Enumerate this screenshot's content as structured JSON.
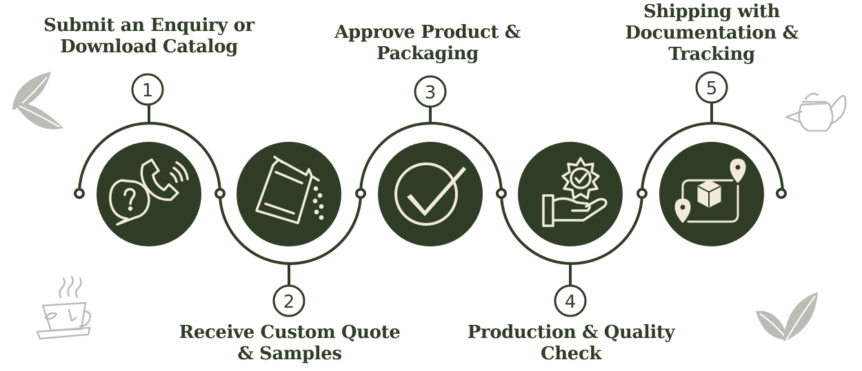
{
  "colors": {
    "primary": "#2f3d27",
    "icon_line": "#f2ebdc",
    "decor": "#b9bdb4"
  },
  "steps": [
    {
      "number": "1",
      "title_lines": [
        "Submit an Enquiry or",
        "Download Catalog"
      ],
      "icon": "phone-call-question-icon"
    },
    {
      "number": "2",
      "title_lines": [
        "Receive Custom Quote",
        "& Samples"
      ],
      "icon": "sample-pouch-icon"
    },
    {
      "number": "3",
      "title_lines": [
        "Approve Product &",
        "Packaging"
      ],
      "icon": "checkmark-circle-icon"
    },
    {
      "number": "4",
      "title_lines": [
        "Production & Quality",
        "Check"
      ],
      "icon": "quality-hand-badge-icon"
    },
    {
      "number": "5",
      "title_lines": [
        "Shipping with",
        "Documentation &",
        "Tracking"
      ],
      "icon": "shipping-route-box-icon"
    }
  ],
  "decorations": [
    "tea-leaves-icon",
    "teapot-icon",
    "tea-cup-icon",
    "tea-leaves-icon"
  ]
}
